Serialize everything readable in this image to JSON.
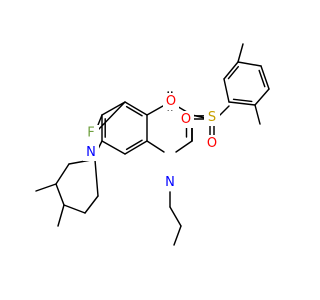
{
  "colors": {
    "bond": "#000000",
    "carbon": "#000000",
    "oxygen": "#ff0000",
    "sulfur": "#c8a000",
    "nitrogen": "#0000ff",
    "fluorine": "#6fa040",
    "background": "#ffffff"
  },
  "atom_labels": {
    "ketone_oxygen": "O",
    "sulfonyl_sulfur": "S",
    "sulfonyl_oxygen_upper": "O",
    "sulfonyl_oxygen_lower": "O",
    "fluorine": "F",
    "quinolone_nitrogen": "N",
    "piperidine_nitrogen": "N"
  }
}
